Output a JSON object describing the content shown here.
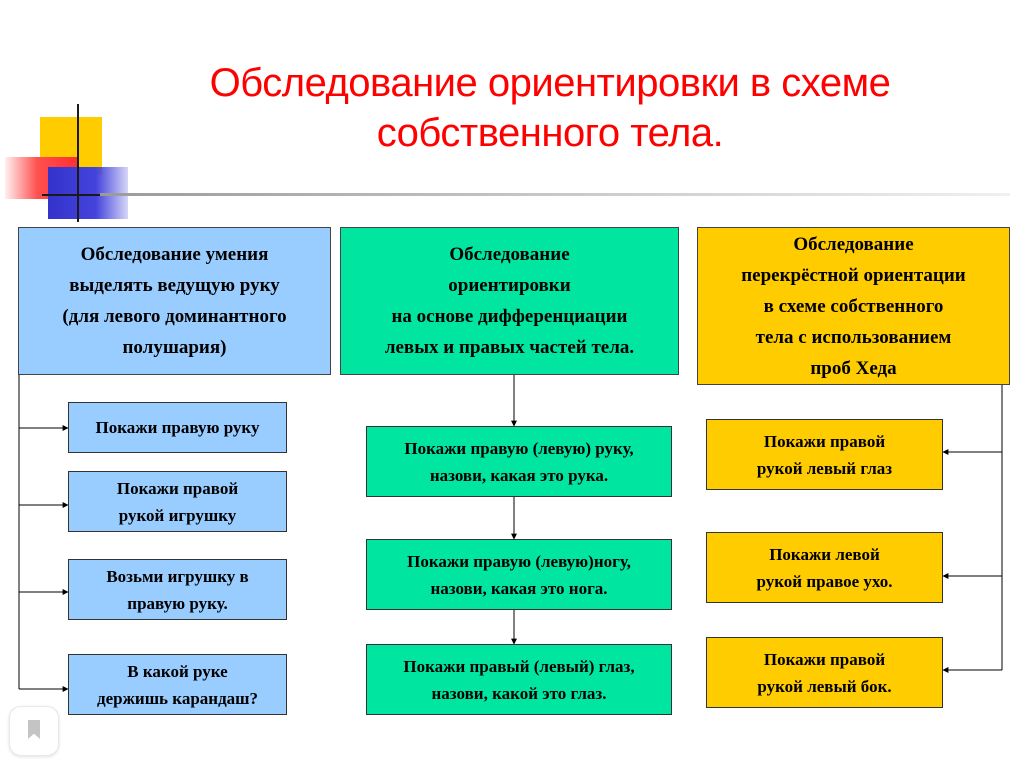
{
  "title": {
    "line1": "Обследование ориентировки в схеме",
    "line2": "собственного тела."
  },
  "columns": [
    {
      "header": [
        "Обследование умения",
        "выделять ведущую руку",
        "(для левого доминантного",
        "полушария)"
      ],
      "items": [
        [
          "Покажи правую руку"
        ],
        [
          "Покажи правой",
          "рукой игрушку"
        ],
        [
          "Возьми игрушку в",
          "правую руку."
        ],
        [
          "В какой руке",
          "держишь карандаш?"
        ]
      ]
    },
    {
      "header": [
        "Обследование",
        "ориентировки",
        "на основе дифференциации",
        "левых и правых частей тела."
      ],
      "items": [
        [
          "Покажи правую (левую) руку,",
          "назови, какая это рука."
        ],
        [
          "Покажи правую (левую)ногу,",
          "назови, какая это нога."
        ],
        [
          "Покажи правый (левый) глаз,",
          "назови, какой это глаз."
        ]
      ]
    },
    {
      "header": [
        "Обследование",
        "перекрёстной ориентации",
        "в схеме собственного",
        "тела с использованием",
        "проб Хеда"
      ],
      "items": [
        [
          "Покажи правой",
          "рукой левый глаз"
        ],
        [
          "Покажи левой",
          "рукой правое ухо."
        ],
        [
          "Покажи правой",
          "рукой левый бок."
        ]
      ]
    }
  ],
  "colors": {
    "title": "#ff0000",
    "blue": "#99ccff",
    "green": "#00e6a0",
    "yellow": "#ffcc00"
  },
  "icons": {
    "badge": "bookmark-icon"
  }
}
